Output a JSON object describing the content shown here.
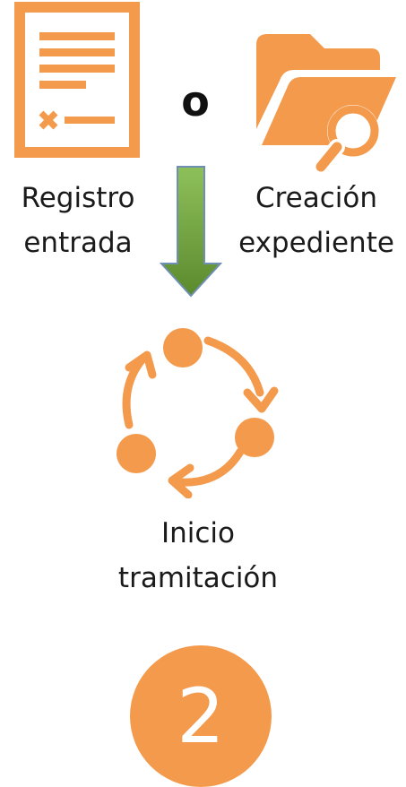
{
  "nodes": {
    "registro": {
      "line1": "Registro",
      "line2": "entrada",
      "icon": "document-form-icon"
    },
    "expediente": {
      "line1": "Creación",
      "line2": "expediente",
      "icon": "folder-search-icon"
    },
    "tramitacion": {
      "line1": "Inicio",
      "line2": "tramitación",
      "icon": "cycle-process-icon"
    }
  },
  "connector_text": "o",
  "arrow": {
    "direction": "down",
    "icon": "down-arrow-icon"
  },
  "step": {
    "number": "2"
  },
  "colors": {
    "accent": "#f39a4c",
    "arrow_top": "#8ec05a",
    "arrow_bottom": "#5b8a2e",
    "arrow_stroke": "#6f8fb4",
    "text": "#1a1a1a",
    "badge_text": "#ffffff"
  }
}
